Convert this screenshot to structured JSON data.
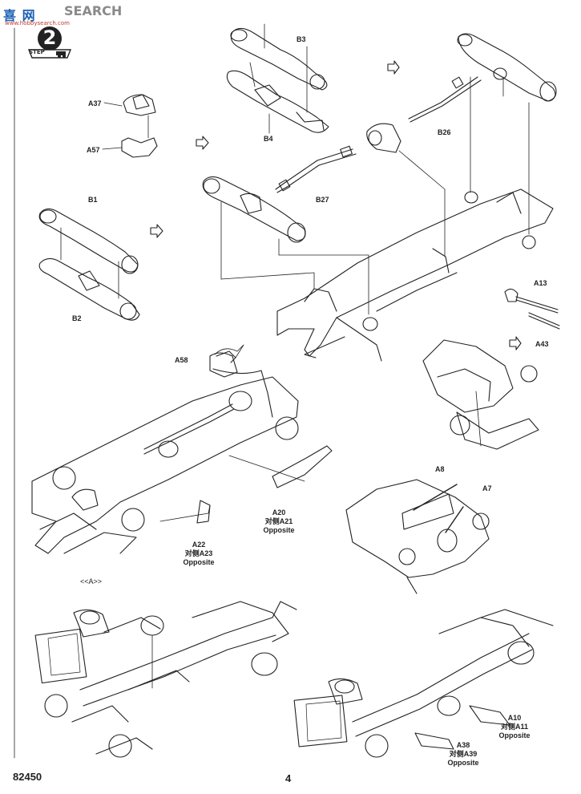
{
  "watermark": {
    "cn": "喜 网",
    "en": "SEARCH",
    "url": "www.hobbysearch.com"
  },
  "step": {
    "word": "STEP",
    "number": "2"
  },
  "parts": {
    "b3": "B3",
    "b4": "B4",
    "a37": "A37",
    "a57": "A57",
    "b26": "B26",
    "b27": "B27",
    "b1": "B1",
    "b2": "B2",
    "a13": "A13",
    "a43": "A43",
    "a58": "A58",
    "a8": "A8",
    "a7": "A7",
    "a20": "A20",
    "a20_opp": "对侧A21",
    "a20_word": "Opposite",
    "a22": "A22",
    "a22_opp": "对侧A23",
    "a22_word": "Opposite",
    "a_callout": "<<A>>",
    "a10": "A10",
    "a10_opp": "对侧A11",
    "a10_word": "Opposite",
    "a38": "A38",
    "a38_opp": "对侧A39",
    "a38_word": "Opposite"
  },
  "footer": {
    "code": "82450",
    "page": "4"
  },
  "colors": {
    "ink": "#222222",
    "paper": "#ffffff",
    "watermark_blue": "#1a5fb4",
    "watermark_red": "#c0392b"
  }
}
